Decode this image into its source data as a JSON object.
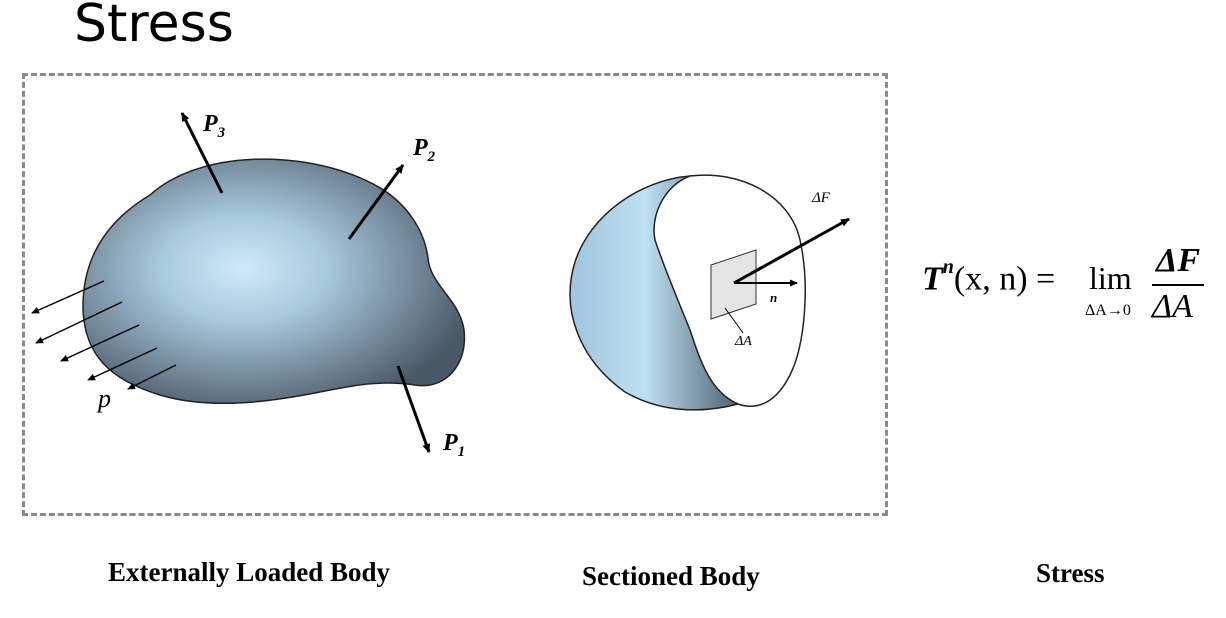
{
  "title": "Stress",
  "captions": {
    "loaded_body": "Externally Loaded Body",
    "sectioned_body": "Sectioned Body",
    "stress": "Stress"
  },
  "loaded_body_labels": {
    "p3_base": "P",
    "p3_sub": "3",
    "p2_base": "P",
    "p2_sub": "2",
    "p1_base": "P",
    "p1_sub": "1",
    "pressure": "p"
  },
  "sectioned_body_labels": {
    "delta_f": "ΔF",
    "normal": "n",
    "delta_a": "ΔA"
  },
  "formula": {
    "lhs_T": "T",
    "lhs_sup": "n",
    "lhs_args": "(x, n) =",
    "lim": "lim",
    "lim_sub": "ΔA→0",
    "numerator": "ΔF",
    "denominator": "ΔA"
  },
  "colors": {
    "body_edge": "#4f5f6f",
    "body_center": "#c8e6f8",
    "frame": "#8a8a8a"
  }
}
